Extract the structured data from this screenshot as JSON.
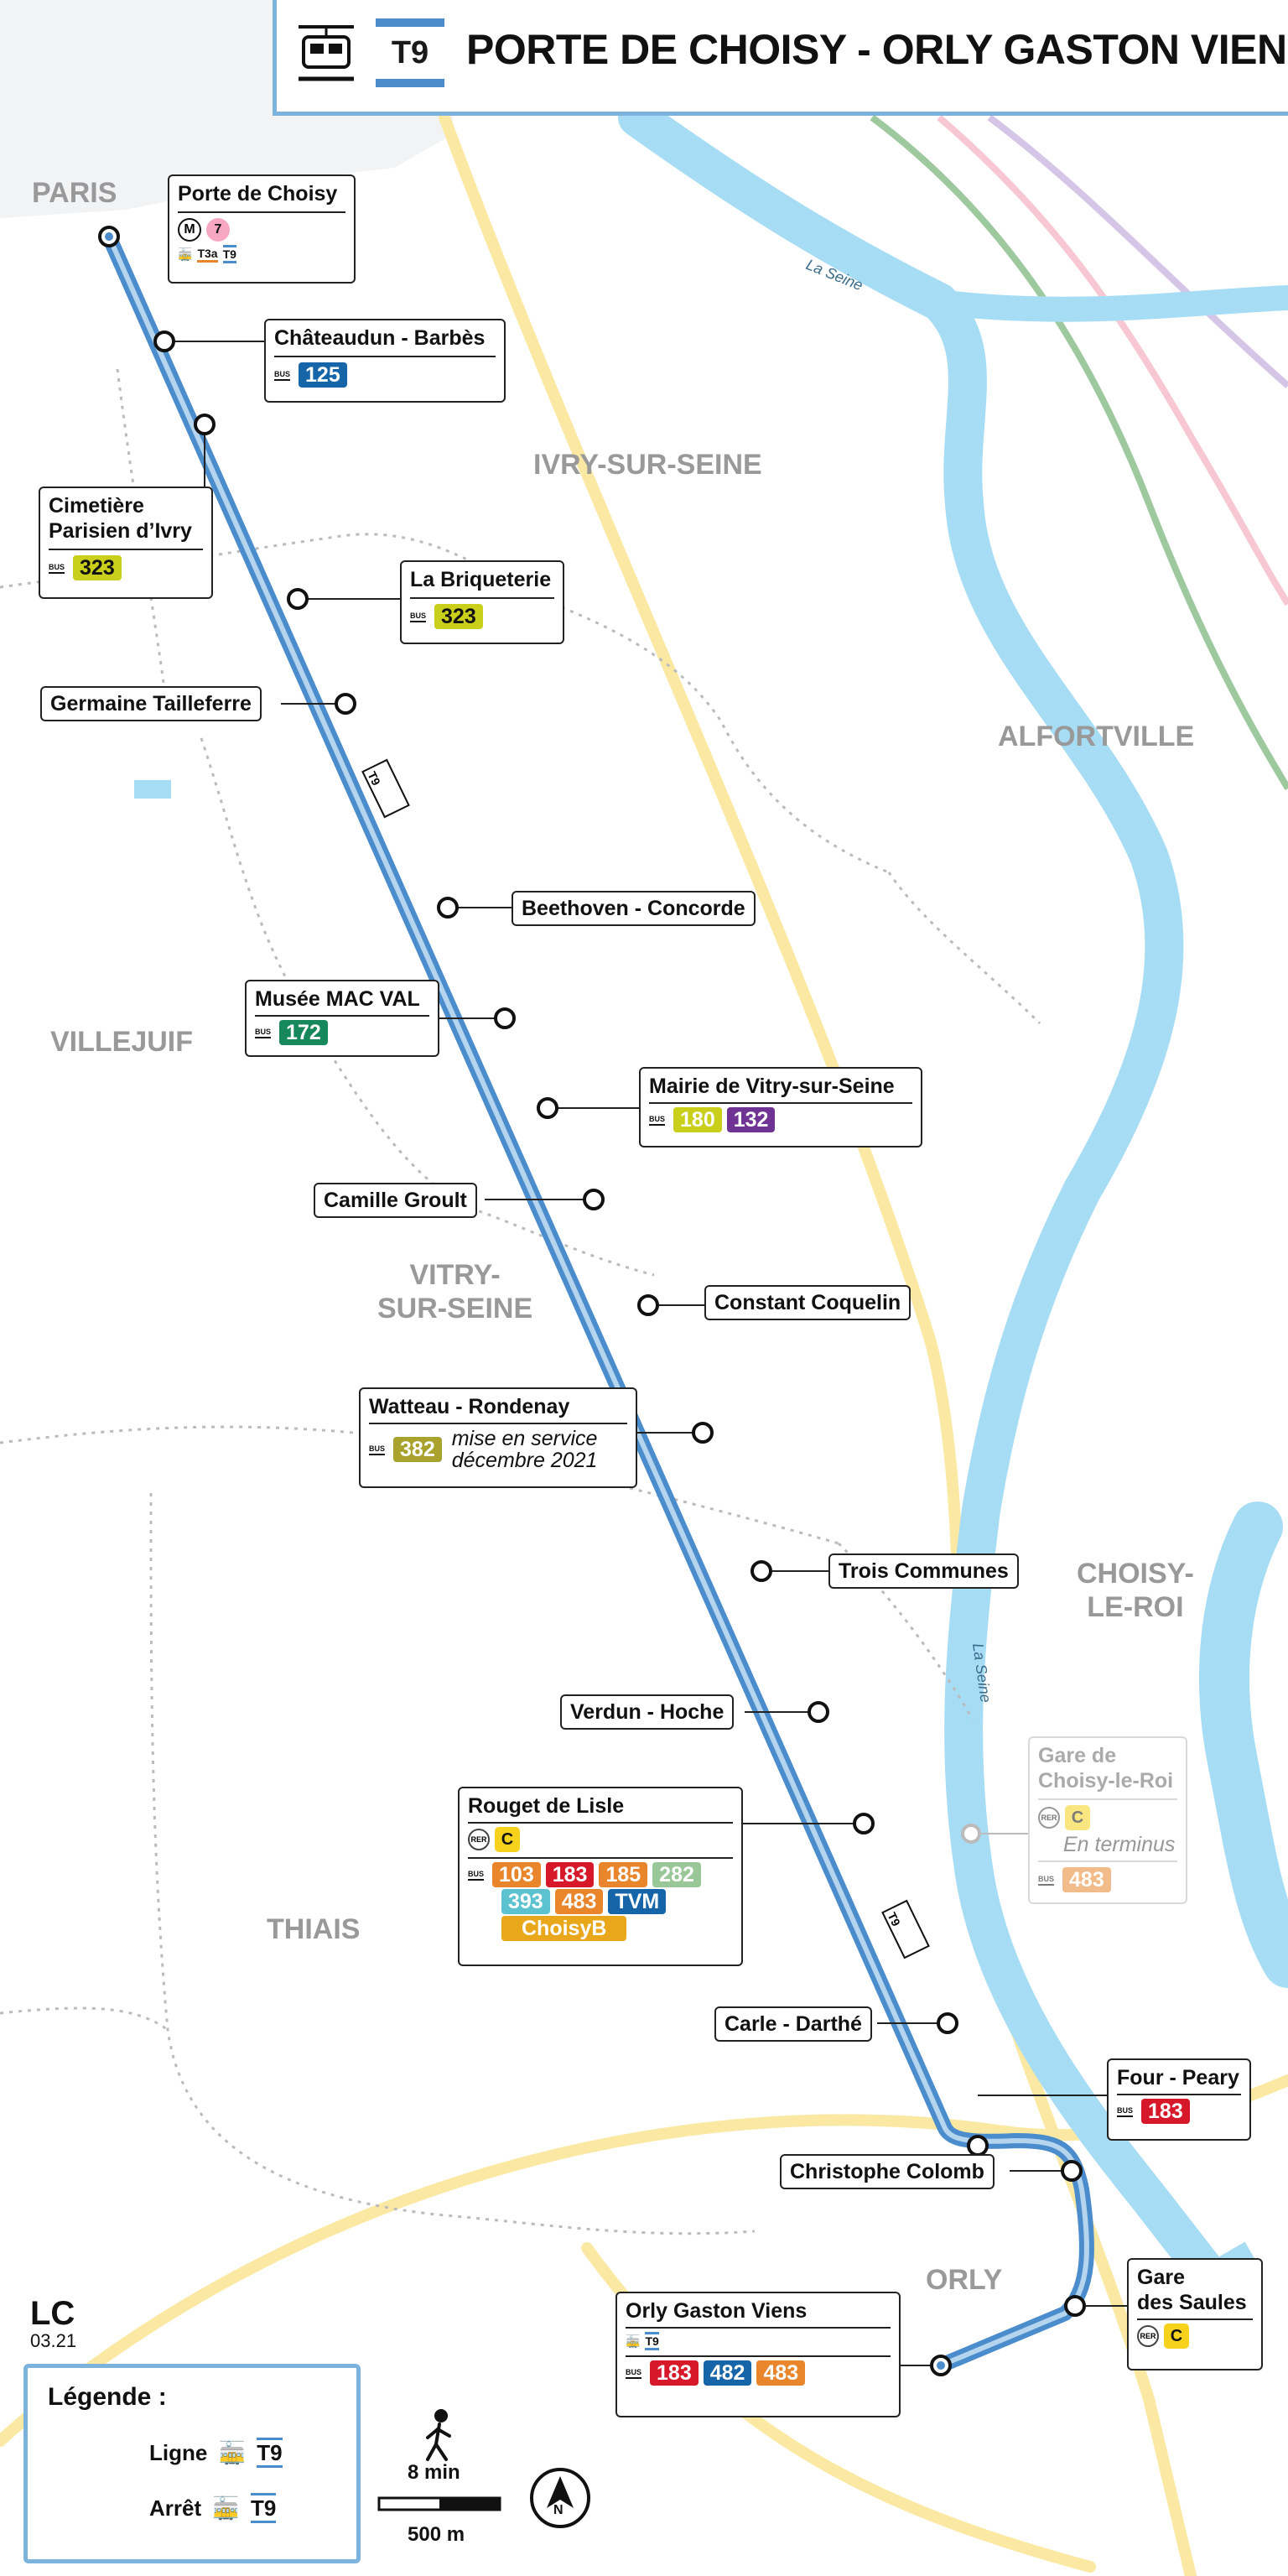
{
  "header": {
    "line_badge": "T9",
    "title": "PORTE DE CHOISY - ORLY GASTON VIENS"
  },
  "colors": {
    "tram_line": "#4a8ccc",
    "tram_line_light": "#b5d4ee",
    "seine": "#a7dcf5",
    "commune_border": "#b9b9b9",
    "yellow_road": "#fbe9a3",
    "rail_green": "#9ec99f",
    "rail_pink": "#f7c8d3",
    "rail_purple": "#d5c5e6",
    "paris_area": "#f1f3f5",
    "city_label": "#999999",
    "bus_125": "#1565a8",
    "bus_323": "#c9cf1a",
    "bus_172": "#17875c",
    "bus_180": "#c9cf1a",
    "bus_132": "#6f3394",
    "bus_382": "#a9a22c",
    "bus_103": "#e9852b",
    "bus_183": "#d7182a",
    "bus_185": "#e9852b",
    "bus_282": "#99c798",
    "bus_393": "#5cc2d0",
    "bus_483": "#e9852b",
    "bus_TVM": "#1565a8",
    "bus_ChoisyB": "#e9a71c",
    "bus_482": "#1565a8",
    "metro_7": "#f7a7c2",
    "rer_c": "#f7d21c"
  },
  "cities": {
    "paris": "PARIS",
    "ivry": "IVRY-SUR-SEINE",
    "alfortville": "ALFORTVILLE",
    "villejuif": "VILLEJUIF",
    "vitry_1": "VITRY-",
    "vitry_2": "SUR-SEINE",
    "choisy_1": "CHOISY-",
    "choisy_2": "LE-ROI",
    "thiais": "THIAIS",
    "orly": "ORLY"
  },
  "river": {
    "label_1": "La Seine",
    "label_2": "La Seine"
  },
  "line_marker": "T9",
  "stations": {
    "porte_de_choisy": {
      "name": "Porte de Choisy",
      "metro": "M",
      "metro_line": "7",
      "tram_1": "T3a",
      "tram_2": "T9"
    },
    "chateaudun": {
      "name": "Châteaudun - Barbès",
      "bus": "BUS",
      "bus_lines": [
        "125"
      ]
    },
    "cimetiere": {
      "name_1": "Cimetière",
      "name_2": "Parisien d’Ivry",
      "bus": "BUS",
      "bus_lines": [
        "323"
      ]
    },
    "briqueterie": {
      "name": "La Briqueterie",
      "bus": "BUS",
      "bus_lines": [
        "323"
      ]
    },
    "tailleferre": {
      "name": "Germaine Tailleferre"
    },
    "beethoven": {
      "name": "Beethoven - Concorde"
    },
    "macval": {
      "name": "Musée MAC VAL",
      "bus": "BUS",
      "bus_lines": [
        "172"
      ]
    },
    "mairie": {
      "name": "Mairie de Vitry-sur-Seine",
      "bus": "BUS",
      "bus_lines": [
        "180",
        "132"
      ]
    },
    "groult": {
      "name": "Camille Groult"
    },
    "coquelin": {
      "name": "Constant Coquelin"
    },
    "watteau": {
      "name": "Watteau - Rondenay",
      "bus": "BUS",
      "bus_lines": [
        "382"
      ],
      "note_1": "mise en service",
      "note_2": "décembre 2021"
    },
    "trois_communes": {
      "name": "Trois Communes"
    },
    "verdun": {
      "name": "Verdun - Hoche"
    },
    "rouget": {
      "name": "Rouget de Lisle",
      "rer": "RER",
      "rer_line": "C",
      "bus": "BUS",
      "bus_lines_1": [
        "103",
        "183",
        "185",
        "282"
      ],
      "bus_lines_2": [
        "393",
        "483",
        "TVM"
      ],
      "bus_lines_3": [
        "ChoisyB"
      ]
    },
    "choisy_gare": {
      "name_1": "Gare de",
      "name_2": "Choisy-le-Roi",
      "rer": "RER",
      "rer_line": "C",
      "note": "En terminus",
      "bus": "BUS",
      "bus_lines": [
        "483"
      ]
    },
    "carle": {
      "name": "Carle - Darthé"
    },
    "four": {
      "name": "Four - Peary",
      "bus": "BUS",
      "bus_lines": [
        "183"
      ]
    },
    "colomb": {
      "name": "Christophe Colomb"
    },
    "saules": {
      "name_1": "Gare",
      "name_2": "des Saules",
      "rer": "RER",
      "rer_line": "C"
    },
    "orly": {
      "name": "Orly Gaston Viens",
      "tram": "T9",
      "bus": "BUS",
      "bus_lines": [
        "183",
        "482",
        "483"
      ]
    }
  },
  "legend": {
    "title": "Légende :",
    "line_label": "Ligne",
    "stop_label": "Arrêt",
    "badge": "T9"
  },
  "scale": {
    "walk": "8 min",
    "distance": "500 m",
    "north": "N"
  },
  "edition": {
    "logo": "LC",
    "date": "03.21"
  }
}
